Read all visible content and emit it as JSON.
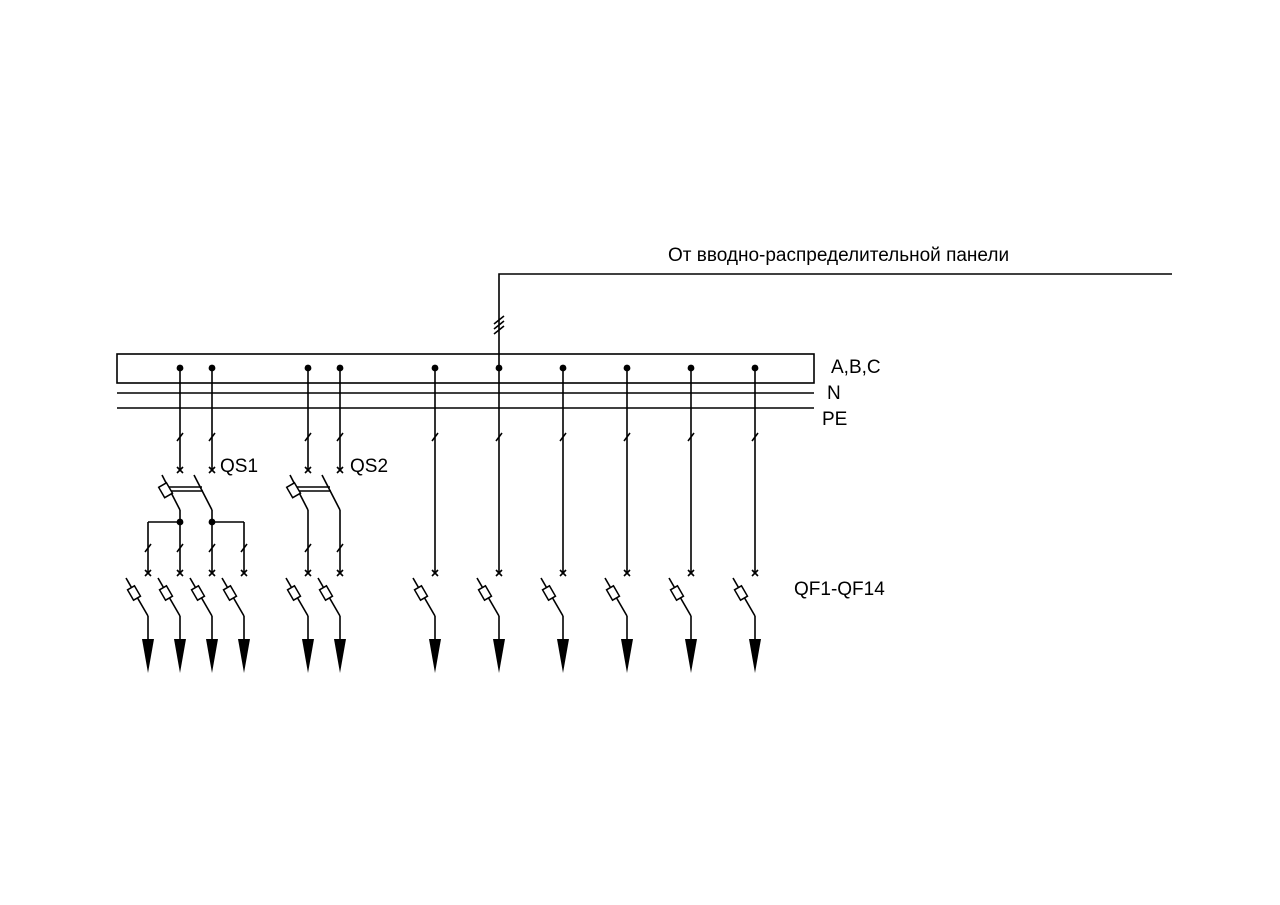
{
  "labels": {
    "source": "От вводно-распределительной панели",
    "bus_phases": "A,B,C",
    "bus_neutral": "N",
    "bus_protective": "PE",
    "switch_1": "QS1",
    "switch_2": "QS2",
    "breakers": "QF1-QF14"
  },
  "colors": {
    "line": "#000000",
    "background": "#ffffff"
  },
  "switch_groups": [
    {
      "name": "QS1",
      "poles": 2,
      "outgoing_breakers": 4
    },
    {
      "name": "QS2",
      "poles": 2,
      "outgoing_breakers": 2
    }
  ],
  "direct_feeders": 6
}
